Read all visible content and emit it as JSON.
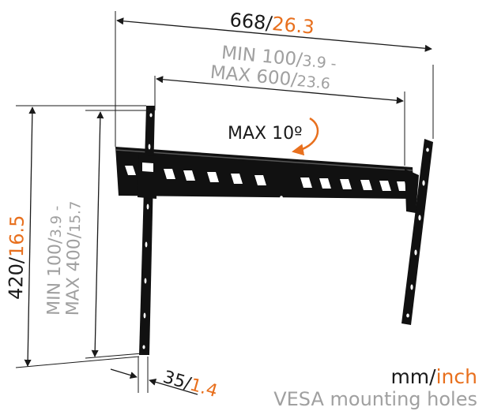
{
  "colors": {
    "dimension_line": "#1a1a1a",
    "metric_text": "#1a1a1a",
    "imperial_text": "#e8701e",
    "vesa_text": "#a0a0a0",
    "bracket": "#111111",
    "tilt_arrow": "#e8701e",
    "background": "#ffffff"
  },
  "icons": {
    "tilt_indicator": "curved-arrow-icon",
    "mount_hardware": "tv-wall-bracket-icon"
  },
  "width_dimension": {
    "metric": "668",
    "separator": "/",
    "imperial": "26.3"
  },
  "vesa_horizontal": {
    "line1_metric": "MIN 100",
    "line1_sep": "/",
    "line1_imperial": "3.9 -",
    "line2_metric": "MAX 600",
    "line2_sep": "/",
    "line2_imperial": "23.6"
  },
  "height_dimension": {
    "metric": "420",
    "separator": "/",
    "imperial": "16.5"
  },
  "vesa_vertical": {
    "line1_metric": "MIN 100",
    "line1_sep": "/",
    "line1_imperial": "3.9 -",
    "line2_metric": "MAX 400",
    "line2_sep": "/",
    "line2_imperial": "15.7"
  },
  "tilt": {
    "label": "MAX 10º"
  },
  "depth_dimension": {
    "metric": "35",
    "separator": "/",
    "imperial": "1.4"
  },
  "legend": {
    "unit_metric": "mm",
    "unit_separator": "/",
    "unit_imperial": "inch",
    "vesa_caption": "VESA mounting holes"
  }
}
